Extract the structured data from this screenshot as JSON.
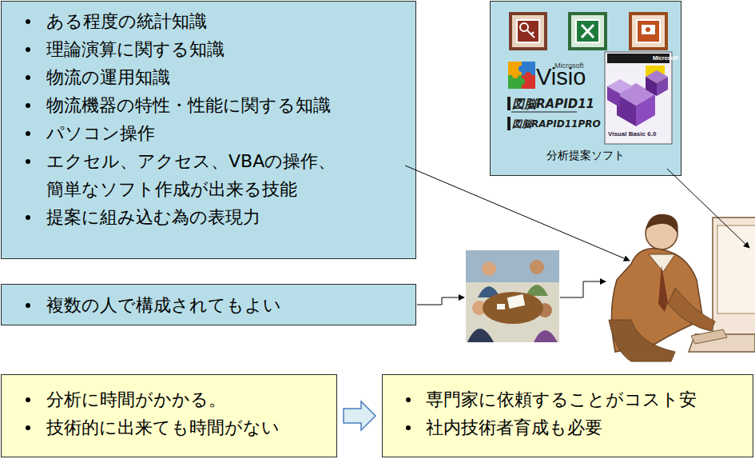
{
  "diagram": {
    "nodes": [
      {
        "text": [
          "ある程度の統計知識",
          "理論演算に関する知識",
          "物流の運用知識",
          "物流機器の特性・性能に関する知識",
          "パソコン操作",
          "エクセル、アクセス、VBAの操作、簡単なソフト作成が出来る技能",
          "提案に組み込む為の表現力"
        ]
      },
      {
        "text": [
          "分析提案ソフト"
        ]
      },
      {
        "text": [
          "複数の人で構成されてもよい"
        ]
      },
      {
        "text": [
          "分析に時間がかかる。",
          "技術的に出来ても時間がない"
        ]
      },
      {
        "text": [
          "専門家に依頼することがコスト安",
          "社内技術者育成も必要"
        ]
      }
    ],
    "edges": [
      {
        "from": 3,
        "to": 4,
        "arrow": "to"
      }
    ],
    "labels": [
      "Microsoft",
      "Visio",
      "図脳RAPID11",
      "図脳RAPID11PRO",
      "Microsoft",
      "Visual Basic 6.0"
    ]
  }
}
